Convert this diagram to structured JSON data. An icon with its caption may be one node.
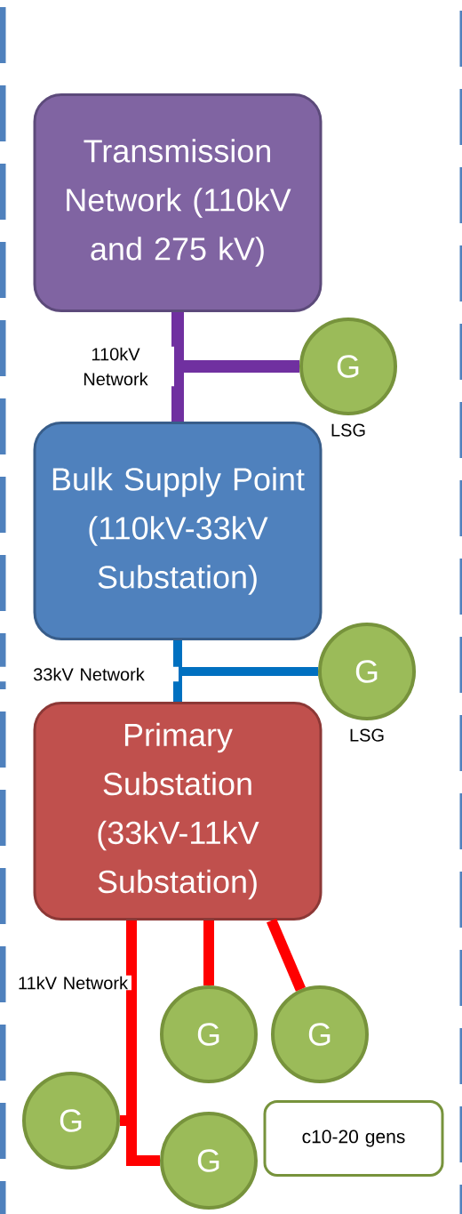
{
  "diagram": {
    "nodes": [
      {
        "text": [
          "Transmission Network (110kV and 275 kV)"
        ]
      },
      {
        "text": [
          "G"
        ],
        "beside": [
          "LSG"
        ]
      },
      {
        "text": [
          "Bulk Supply Point (110kV-33kV Substation)"
        ]
      },
      {
        "text": [
          "G"
        ],
        "beside": [
          "LSG"
        ]
      },
      {
        "text": [
          "Primary Substation (33kV-11kV Substation)"
        ]
      },
      {
        "text": [
          "G"
        ]
      },
      {
        "text": [
          "G"
        ]
      },
      {
        "text": [
          "G"
        ]
      },
      {
        "text": [
          "G"
        ]
      },
      {
        "text": [
          "c10-20 gens"
        ]
      }
    ],
    "edges": [
      {
        "from": 0,
        "to": 2,
        "arrow": "none",
        "label": "110kV Network",
        "color": "#7030a0"
      },
      {
        "from": 0,
        "to": 1,
        "arrow": "none",
        "color": "#7030a0"
      },
      {
        "from": 2,
        "to": 4,
        "arrow": "none",
        "label": "33kV Network",
        "color": "#0070c0"
      },
      {
        "from": 2,
        "to": 3,
        "arrow": "none",
        "color": "#0070c0"
      },
      {
        "from": 4,
        "to": 5,
        "arrow": "none"
      },
      {
        "from": 4,
        "to": 6,
        "arrow": "none"
      },
      {
        "from": 4,
        "to": 7,
        "arrow": "none",
        "label": "11kV Network"
      },
      {
        "from": 4,
        "to": 8,
        "arrow": "none"
      }
    ]
  }
}
